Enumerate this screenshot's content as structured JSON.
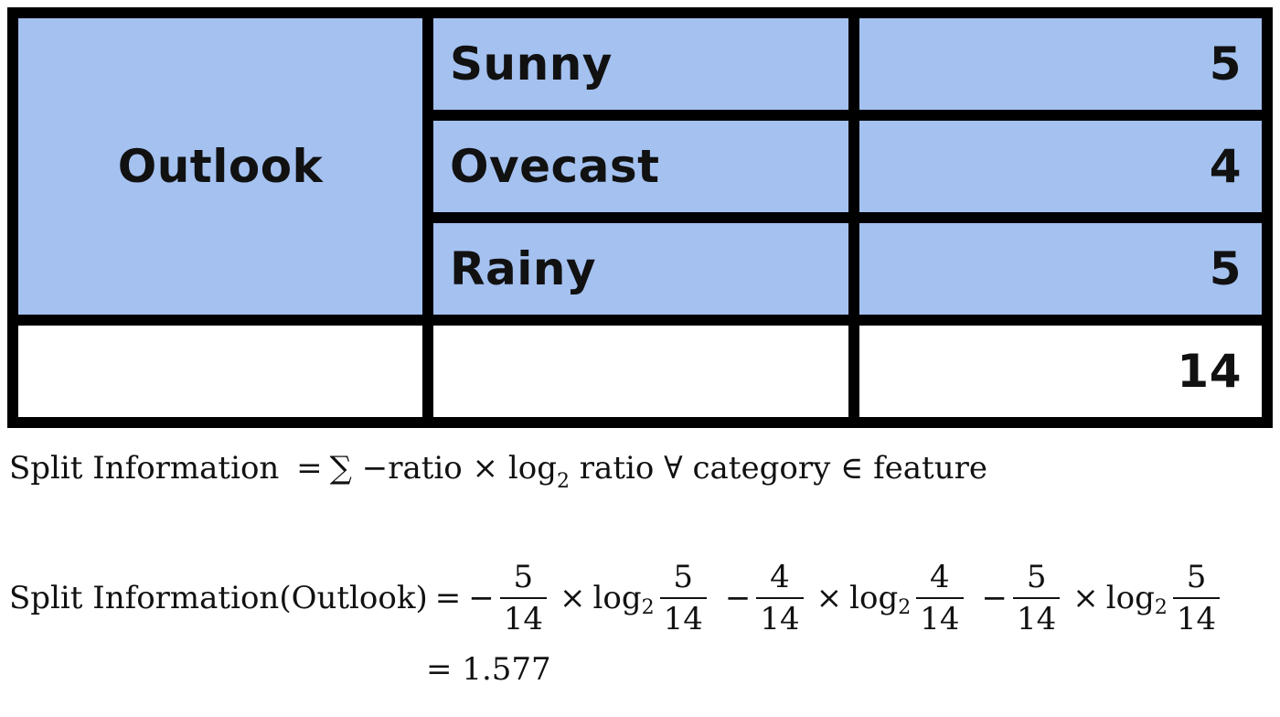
{
  "table": {
    "feature": "Outlook",
    "rows": [
      {
        "category": "Sunny",
        "count": "5"
      },
      {
        "category": "Ovecast",
        "count": "4"
      },
      {
        "category": "Rainy",
        "count": "5"
      }
    ],
    "total": "14"
  },
  "formula_general": {
    "lhs": "Split Information",
    "eq": "=",
    "sum": "∑",
    "term_prefix": "−ratio ×",
    "log": "log",
    "base": "2",
    "term_suffix": "ratio",
    "forall": "∀",
    "category": "category",
    "in": "∈",
    "feature": "feature"
  },
  "formula_specific": {
    "lhs": "Split Information(Outlook)",
    "eq": "=",
    "minus": "−",
    "times": "×",
    "log": "log",
    "base": "2",
    "terms": [
      {
        "num": "5",
        "den": "14"
      },
      {
        "num": "4",
        "den": "14"
      },
      {
        "num": "5",
        "den": "14"
      }
    ]
  },
  "result": {
    "eq": "=",
    "value": "1.577"
  }
}
